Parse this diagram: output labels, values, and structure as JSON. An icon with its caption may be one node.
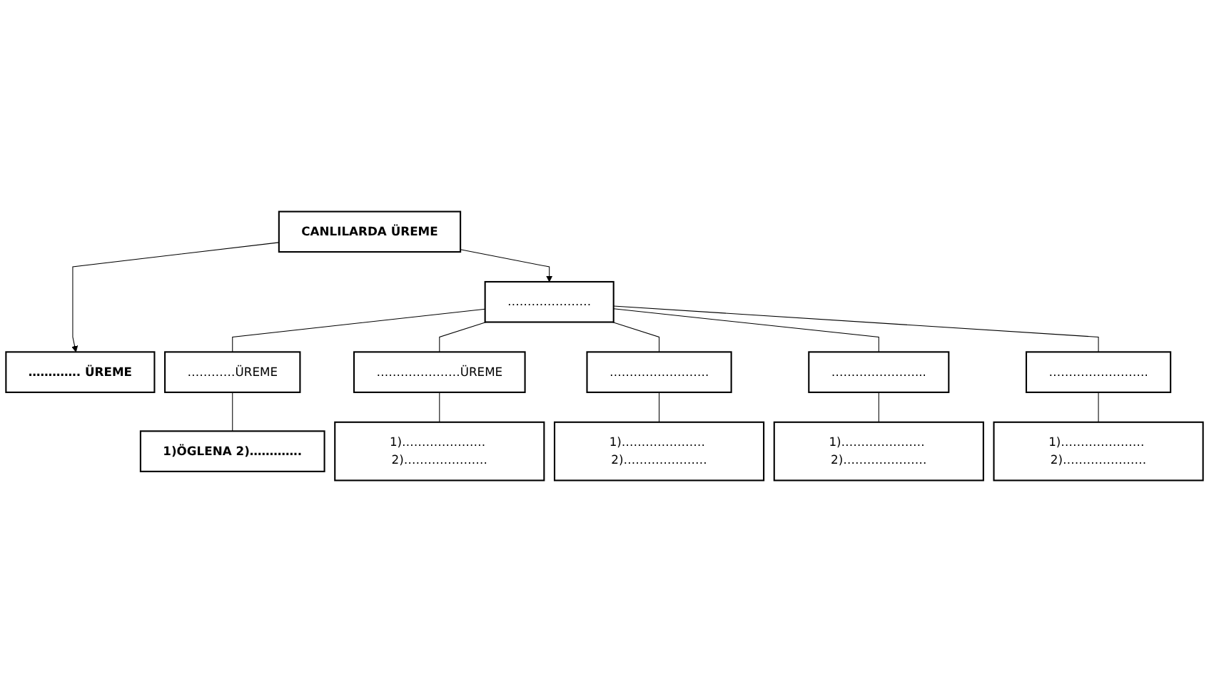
{
  "diagram": {
    "nodes": [
      {
        "text": [
          "CANLILARDA ÜREME"
        ]
      },
      {
        "text": [
          "…………………"
        ]
      },
      {
        "text": [
          "…………. ÜREME"
        ]
      },
      {
        "text": [
          "…………ÜREME"
        ]
      },
      {
        "text": [
          "1)ÖGLENA 2)…………."
        ]
      },
      {
        "text": [
          "…………………ÜREME"
        ]
      },
      {
        "text": [
          "1)………………… 2)…………………"
        ]
      },
      {
        "text": [
          "……………………."
        ]
      },
      {
        "text": [
          "1)………………… 2)…………………"
        ]
      },
      {
        "text": [
          "…………………..."
        ]
      },
      {
        "text": [
          "1)………………… 2)…………………"
        ]
      },
      {
        "text": [
          "……………………."
        ]
      },
      {
        "text": [
          "1)………………… 2)…………………"
        ]
      }
    ],
    "edges": [
      {
        "from": 0,
        "to": 1,
        "arrow": "to"
      },
      {
        "from": 0,
        "to": 2,
        "arrow": "to"
      },
      {
        "from": 1,
        "to": 3,
        "arrow": "none"
      },
      {
        "from": 1,
        "to": 5,
        "arrow": "none"
      },
      {
        "from": 1,
        "to": 7,
        "arrow": "none"
      },
      {
        "from": 1,
        "to": 9,
        "arrow": "none"
      },
      {
        "from": 1,
        "to": 11,
        "arrow": "none"
      },
      {
        "from": 3,
        "to": 4,
        "arrow": "none"
      },
      {
        "from": 5,
        "to": 6,
        "arrow": "none"
      },
      {
        "from": 7,
        "to": 8,
        "arrow": "none"
      },
      {
        "from": 9,
        "to": 10,
        "arrow": "none"
      },
      {
        "from": 11,
        "to": 12,
        "arrow": "none"
      }
    ]
  }
}
